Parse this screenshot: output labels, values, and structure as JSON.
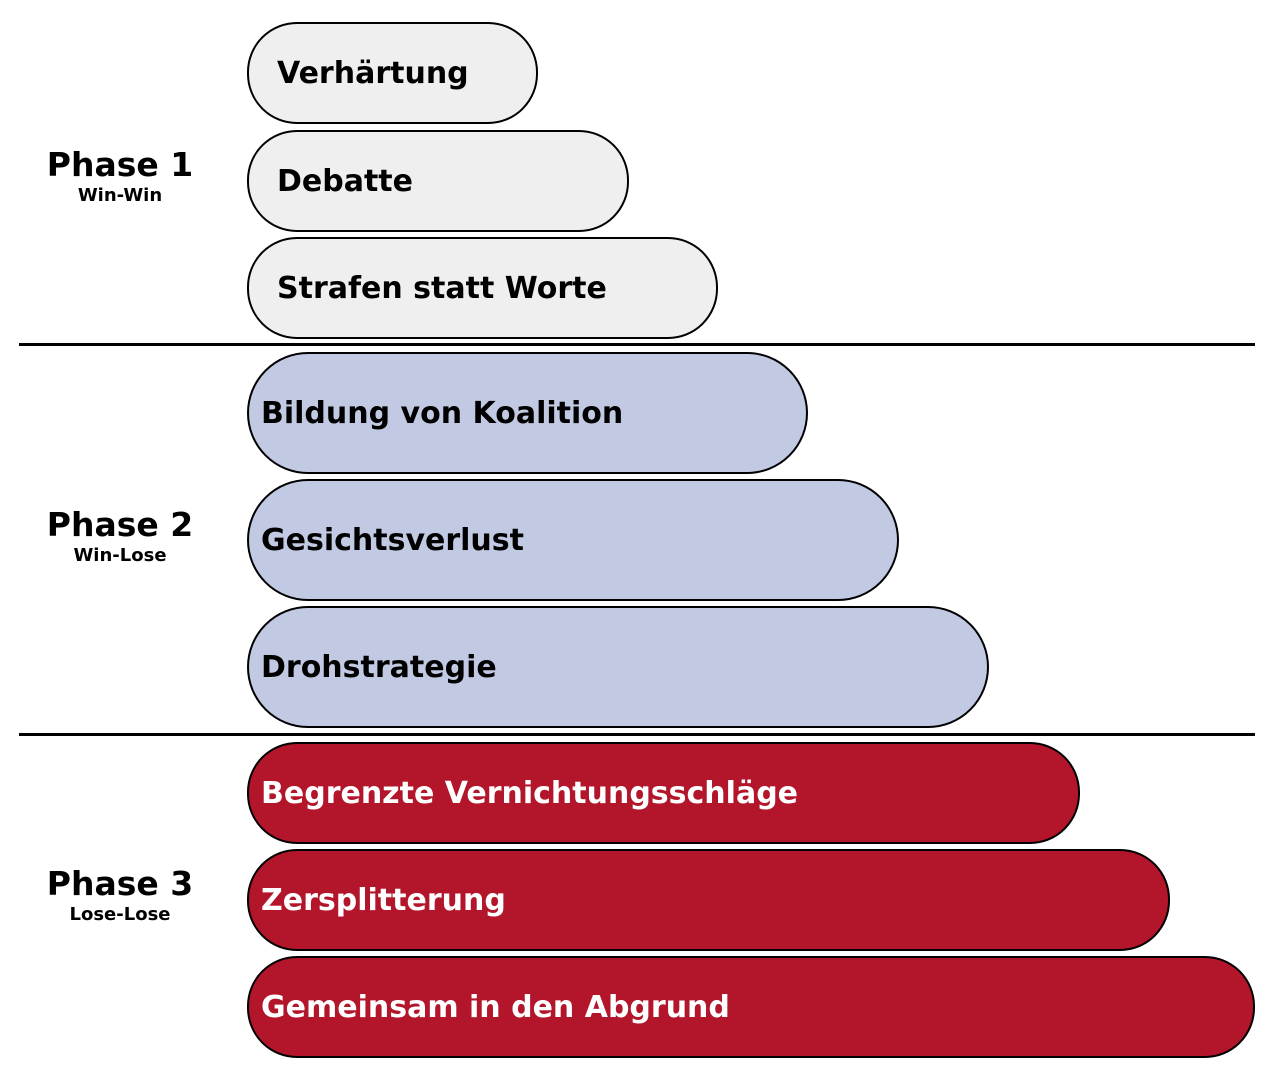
{
  "phases": [
    {
      "title": "Phase 1",
      "subtitle": "Win-Win",
      "stages": [
        "Verhärtung",
        "Debatte",
        "Strafen statt Worte"
      ]
    },
    {
      "title": "Phase 2",
      "subtitle": "Win-Lose",
      "stages": [
        "Bildung von Koalition",
        "Gesichtsverlust",
        "Drohstrategie"
      ]
    },
    {
      "title": "Phase 3",
      "subtitle": "Lose-Lose",
      "stages": [
        "Begrenzte Vernichtungsschläge",
        "Zersplitterung",
        "Gemeinsam in den Abgrund"
      ]
    }
  ],
  "colors": {
    "phase1_fill": "#efefef",
    "phase2_fill": "#c2c9e2",
    "phase3_fill": "#b3152b",
    "phase3_text": "#ffffff",
    "outline": "#000000"
  }
}
